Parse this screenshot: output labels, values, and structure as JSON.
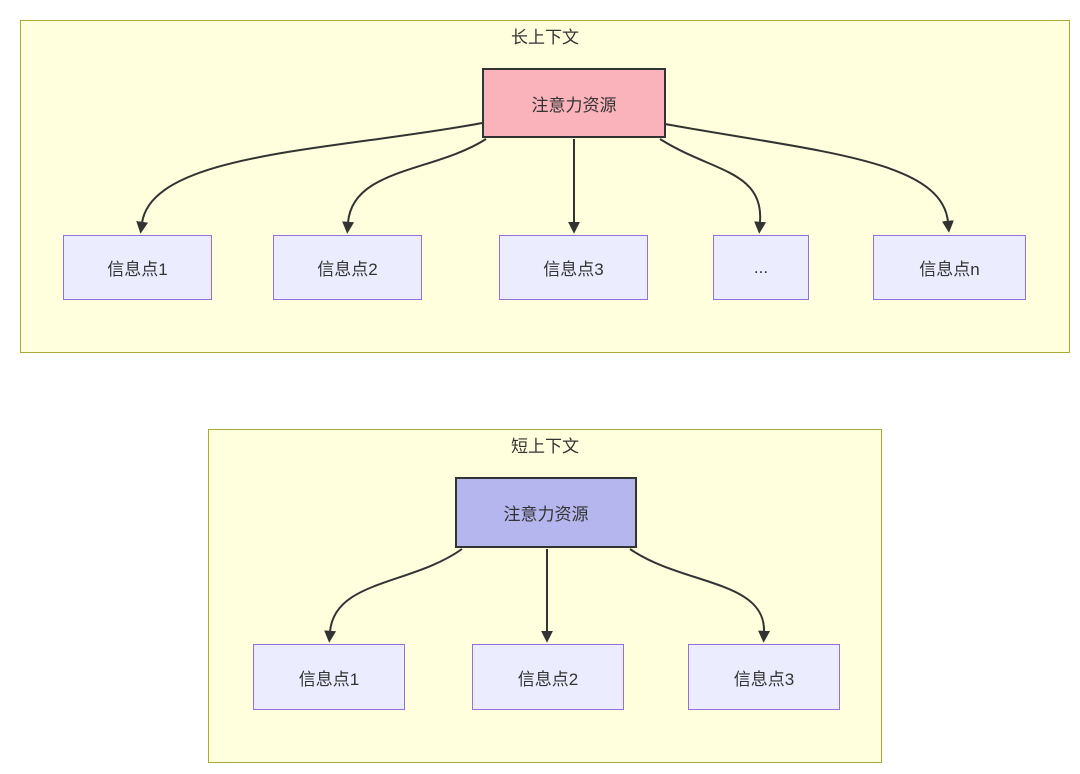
{
  "long": {
    "title": "长上下文",
    "attention_label": "注意力资源",
    "nodes": [
      "信息点1",
      "信息点2",
      "信息点3",
      "...",
      "信息点n"
    ]
  },
  "short": {
    "title": "短上下文",
    "attention_label": "注意力资源",
    "nodes": [
      "信息点1",
      "信息点2",
      "信息点3"
    ]
  },
  "colors": {
    "container_fill": "#ffffde",
    "container_border": "#aaaa33",
    "info_node_fill": "#ececff",
    "info_node_border": "#9370db",
    "attention_long_fill": "#fab3ba",
    "attention_short_fill": "#b6b6ef",
    "attention_border": "#333333",
    "edge_color": "#333333",
    "text_color": "#333333"
  }
}
